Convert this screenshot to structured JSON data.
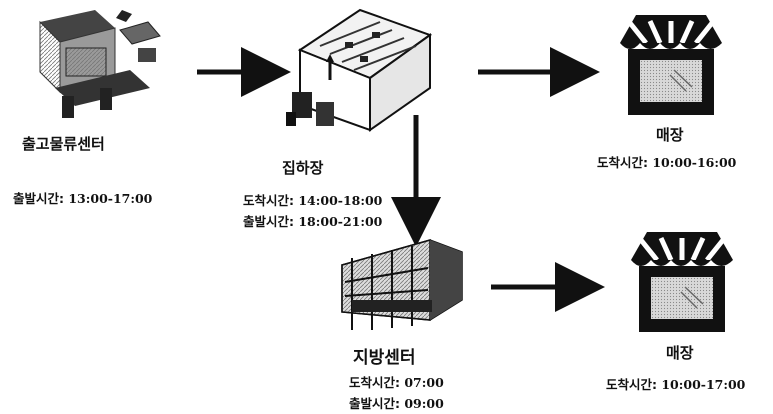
{
  "nodes": {
    "outbound_center": {
      "title": "출고물류센터",
      "lines": [
        {
          "label": "출발시간:",
          "time": "13:00-17:00"
        }
      ]
    },
    "consolidation_yard": {
      "title": "집하장",
      "lines": [
        {
          "label": "도착시간:",
          "time": "14:00-18:00"
        },
        {
          "label": "출발시간:",
          "time": "18:00-21:00"
        }
      ]
    },
    "store_top": {
      "title": "매장",
      "lines": [
        {
          "label": "도착시간:",
          "time": "10:00-16:00"
        }
      ]
    },
    "regional_center": {
      "title": "지방센터",
      "lines": [
        {
          "label": "도착시간:",
          "time": "07:00"
        },
        {
          "label": "출발시간:",
          "time": "09:00"
        }
      ]
    },
    "store_bottom": {
      "title": "매장",
      "lines": [
        {
          "label": "도착시간:",
          "time": "10:00-17:00"
        }
      ]
    }
  },
  "icons": {
    "outbound_center": "automated-warehouse-icon",
    "consolidation_yard": "warehouse-floor-plan-icon",
    "store_top": "store-awning-icon",
    "regional_center": "distribution-building-icon",
    "store_bottom": "store-awning-icon"
  }
}
